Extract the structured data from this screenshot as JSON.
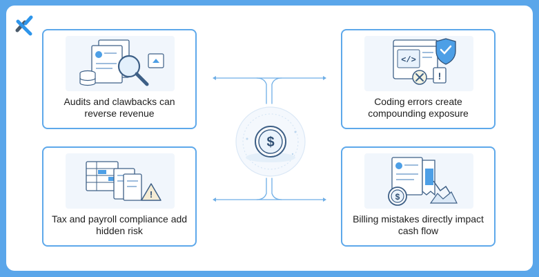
{
  "brand": {
    "logo_icon": "x-check-logo-icon",
    "accent": "#5aa6ea"
  },
  "hub": {
    "icon": "dollar-coin-icon",
    "symbol": "$"
  },
  "cards": [
    {
      "label": "Audits and clawbacks can reverse revenue",
      "icon": "audit-magnifier-illustration"
    },
    {
      "label": "Coding errors create compounding exposure",
      "icon": "code-shield-illustration"
    },
    {
      "label": "Tax and payroll compliance add hidden risk",
      "icon": "compliance-warning-illustration"
    },
    {
      "label": "Billing mistakes directly impact cash flow",
      "icon": "billing-cashflow-illustration"
    }
  ]
}
